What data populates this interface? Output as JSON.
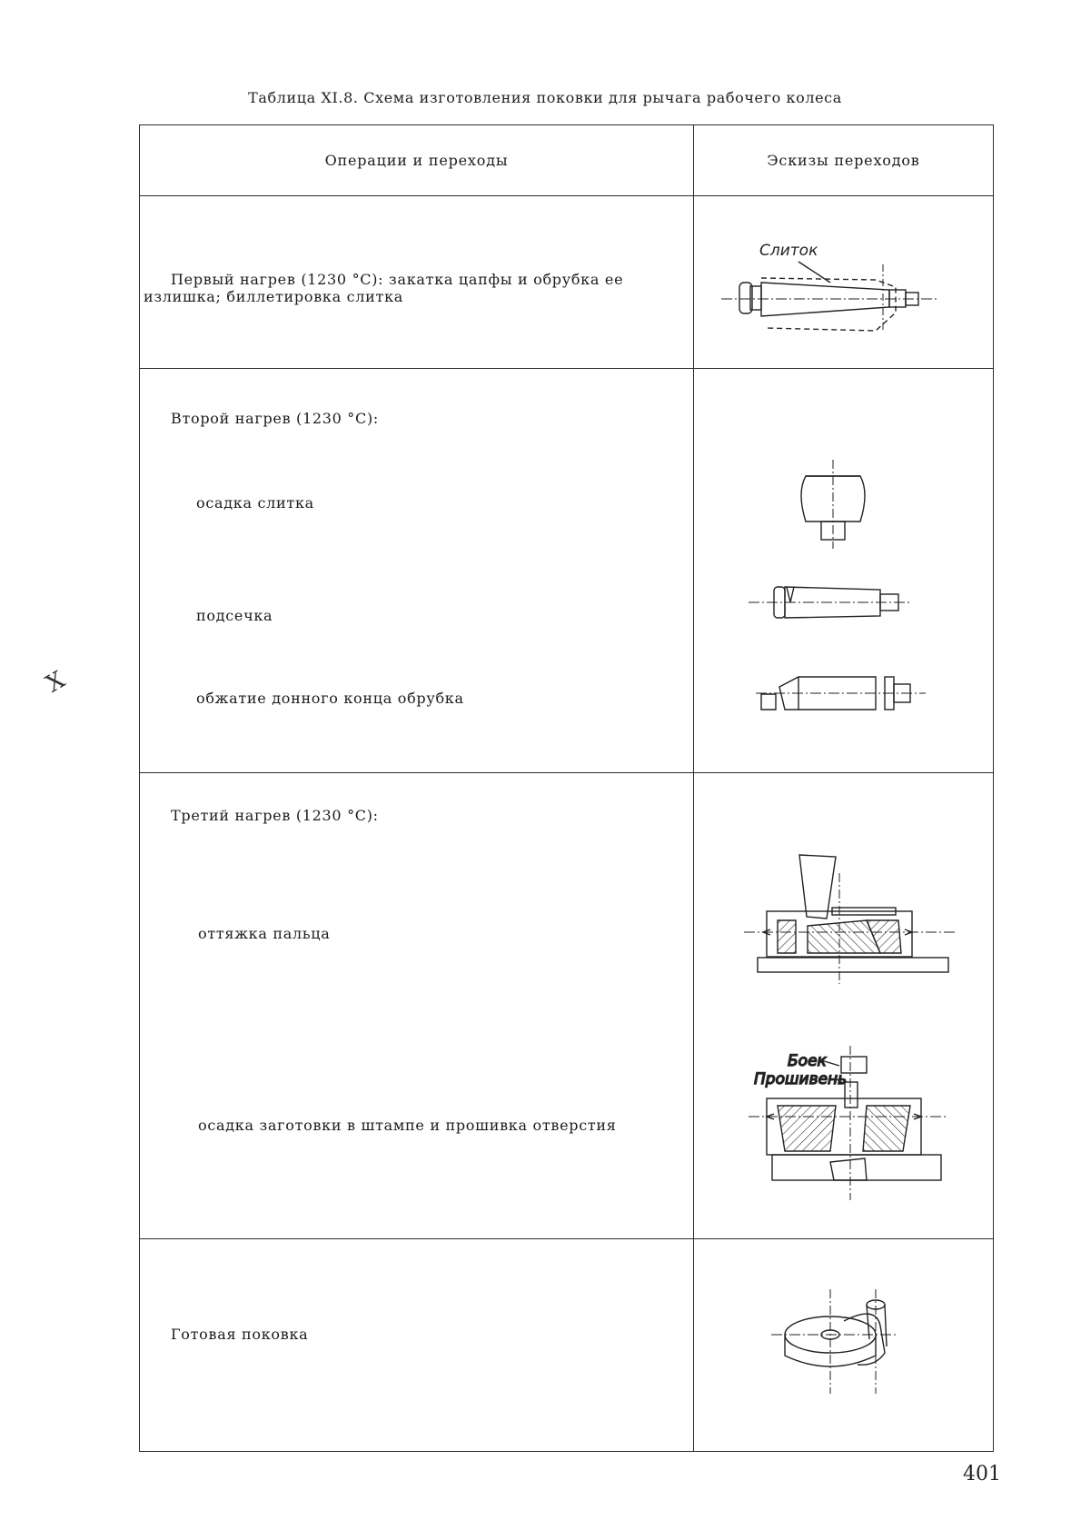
{
  "caption": "Таблица XI.8. Схема изготовления поковки для рычага рабочего колеса",
  "table": {
    "headers": [
      "Операции и переходы",
      "Эскизы переходов"
    ],
    "rows": [
      {
        "heading": "Первый нагрев (1230 °C): закатка цапфы и обрубка ее",
        "heading_cont": "излишка; биллетировка слитка",
        "sketch_label": "Слиток"
      },
      {
        "heading": "Второй нагрев (1230 °C):",
        "steps": [
          "осадка слитка",
          "подсечка",
          "обжатие донного конца обрубка"
        ]
      },
      {
        "heading": "Третий нагрев (1230 °C):",
        "steps": [
          "оттяжка пальца",
          "осадка заготовки в штампе и прошивка отверстия"
        ],
        "sketch_labels": [
          "Боек",
          "Прошивень"
        ]
      },
      {
        "heading": "Готовая поковка"
      }
    ]
  },
  "page_number": "401",
  "margin_mark": "Х"
}
